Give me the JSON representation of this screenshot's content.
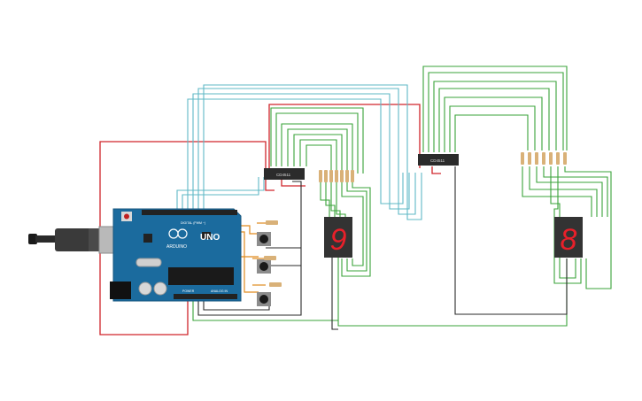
{
  "board": {
    "name": "UNO",
    "brand": "ARDUINO",
    "digital_label": "DIGITAL (PWM ~)",
    "power_label": "POWER",
    "analog_label": "ANALOG IN",
    "color": "#1b6b9e"
  },
  "ic_left": {
    "label": "CD4511"
  },
  "ic_right": {
    "label": "CD4511"
  },
  "display_left": {
    "digit": "9"
  },
  "display_right": {
    "digit": "8"
  },
  "colors": {
    "wire_red": "#d0252b",
    "wire_green": "#3aa33a",
    "wire_cyan": "#5fb8c6",
    "wire_black": "#2a2a2a",
    "wire_orange": "#e08a1e",
    "display_body": "#333333",
    "segment_on": "#e8202a"
  }
}
